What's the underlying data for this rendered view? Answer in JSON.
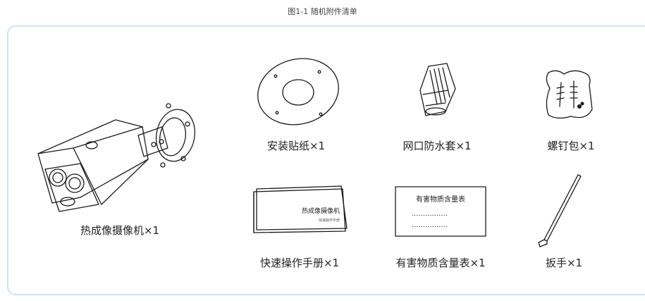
{
  "figure": {
    "title": "图1-1 随机附件清单"
  },
  "items": {
    "camera": {
      "label": "热成像摄像机×1",
      "icon": "thermal-camera-icon"
    },
    "sticker": {
      "label": "安装贴纸×1",
      "icon": "mounting-sticker-icon"
    },
    "waterproof": {
      "label": "网口防水套×1",
      "icon": "waterproof-cap-icon"
    },
    "screws": {
      "label": "螺钉包×1",
      "icon": "screw-bag-icon"
    },
    "manual": {
      "label": "快速操作手册×1",
      "icon": "manual-icon",
      "cover_title": "热成像摄像机",
      "cover_sub": "快速操作手册"
    },
    "hazard": {
      "label": "有害物质含量表×1",
      "icon": "hazard-table-icon",
      "card_title": "有害物质含量表",
      "card_dots": "................"
    },
    "wrench": {
      "label": "扳手×1",
      "icon": "hex-wrench-icon"
    }
  },
  "colors": {
    "border": "#cfe3f1",
    "line": "#1a1a1a"
  }
}
